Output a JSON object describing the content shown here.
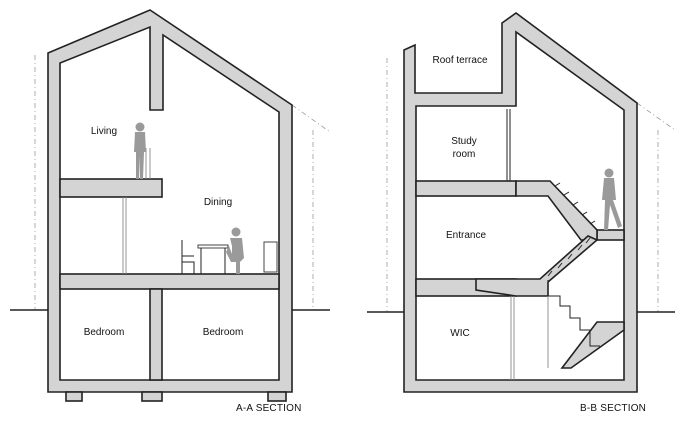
{
  "sections": {
    "a": {
      "title": "A-A SECTION",
      "rooms": {
        "living": "Living",
        "dining": "Dining",
        "bedroom_left": "Bedroom",
        "bedroom_right": "Bedroom"
      }
    },
    "b": {
      "title": "B-B SECTION",
      "rooms": {
        "roof_terrace": "Roof terrace",
        "study_line1": "Study",
        "study_line2": "room",
        "entrance": "Entrance",
        "wic": "WIC"
      }
    }
  },
  "colors": {
    "wall_fill": "#d4d4d4",
    "line": "#222222",
    "figure": "#9a9a9a",
    "background": "#ffffff"
  }
}
